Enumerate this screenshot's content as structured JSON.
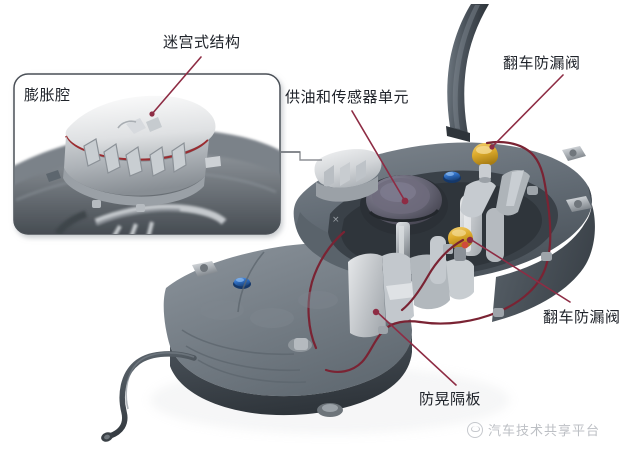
{
  "figure": {
    "kind": "automotive-fuel-tank-cutaway-diagram",
    "background_color": "#ffffff"
  },
  "inset": {
    "name": "expansion-chamber-detail",
    "title": "膨胀腔",
    "border_color": "#4a4f57",
    "fill_color": "#ffffff"
  },
  "labels": {
    "labyrinth": "迷宫式结构",
    "expansion_chamber": "膨胀腔",
    "feed_and_sensor_unit": "供油和传感器单元",
    "rollover_valve_top": "翻车防漏阀",
    "rollover_valve_bottom": "翻车防漏阀",
    "anti_slosh_baffle": "防晃隔板"
  },
  "leader_lines": {
    "color": "#8e2c44",
    "width": 1.6,
    "connector_color": "#8d9095"
  },
  "palette": {
    "tank_dark": "#545d66",
    "tank_mid": "#6d767e",
    "tank_light": "#8b939b",
    "tank_shadow": "#3d444b",
    "plastic_light": "#d9dbdd",
    "plastic_white": "#eceeef",
    "valve_yellow": "#e0ab2c",
    "cap_blue": "#2f6fc4",
    "fuel_line_red": "#7a2333",
    "metal_gray": "#b7bcc1"
  },
  "watermark": {
    "text": "汽车技术共享平台",
    "icon": "camera-logo-icon",
    "color": "#b9bcc1"
  }
}
